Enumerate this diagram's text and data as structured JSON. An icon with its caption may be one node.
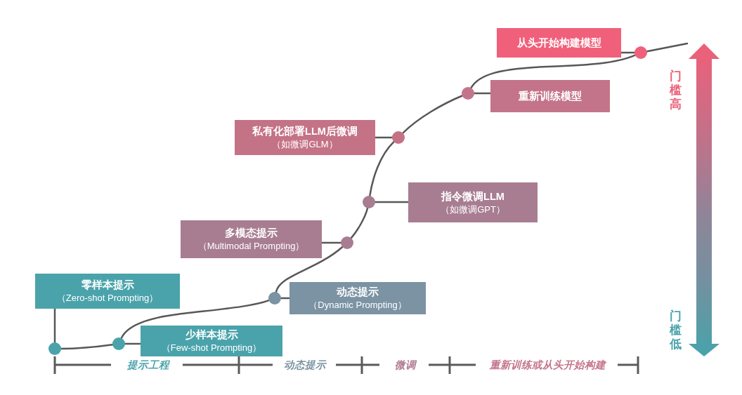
{
  "diagram": {
    "nodes": [
      {
        "text": [
          "零样本提示",
          "（Zero-shot Prompting）"
        ]
      },
      {
        "text": [
          "少样本提示",
          "（Few-shot Prompting）"
        ]
      },
      {
        "text": [
          "动态提示",
          "（Dynamic Prompting）"
        ]
      },
      {
        "text": [
          "多模态提示",
          "（Multimodal Prompting）"
        ]
      },
      {
        "text": [
          "指令微调LLM",
          "（如微调GPT）"
        ]
      },
      {
        "text": [
          "私有化部署LLM后微调",
          "（如微调GLM）"
        ]
      },
      {
        "text": [
          "重新训练模型"
        ]
      },
      {
        "text": [
          "从头开始构建模型"
        ]
      },
      {
        "text": [],
        "shape": "circle"
      },
      {
        "text": [],
        "shape": "circle"
      },
      {
        "text": [],
        "shape": "circle"
      },
      {
        "text": [],
        "shape": "circle"
      },
      {
        "text": [],
        "shape": "circle"
      },
      {
        "text": [],
        "shape": "circle"
      },
      {
        "text": [],
        "shape": "circle"
      },
      {
        "text": [],
        "shape": "circle"
      }
    ],
    "edges": [
      {
        "from": 0,
        "to": 8,
        "arrow": "none"
      },
      {
        "from": 1,
        "to": 9,
        "arrow": "none"
      },
      {
        "from": 2,
        "to": 10,
        "arrow": "none"
      },
      {
        "from": 3,
        "to": 11,
        "arrow": "none"
      },
      {
        "from": 4,
        "to": 12,
        "arrow": "none"
      },
      {
        "from": 5,
        "to": 13,
        "arrow": "none"
      },
      {
        "from": 6,
        "to": 14,
        "arrow": "none"
      },
      {
        "from": 7,
        "to": 15,
        "arrow": "none"
      },
      {
        "from": 8,
        "to": 9,
        "arrow": "none"
      },
      {
        "from": 9,
        "to": 10,
        "arrow": "none"
      },
      {
        "from": 10,
        "to": 11,
        "arrow": "none"
      },
      {
        "from": 11,
        "to": 12,
        "arrow": "none"
      },
      {
        "from": 12,
        "to": 13,
        "arrow": "none"
      },
      {
        "from": 13,
        "to": 14,
        "arrow": "none"
      },
      {
        "from": 14,
        "to": 15,
        "arrow": "none"
      },
      {
        "from": 15,
        "to": null,
        "arrow": "none"
      }
    ],
    "labels": [
      "门槛高",
      "门槛低",
      "提示工程",
      "动态提示",
      "微调",
      "重新训练或从头开始构建"
    ]
  }
}
